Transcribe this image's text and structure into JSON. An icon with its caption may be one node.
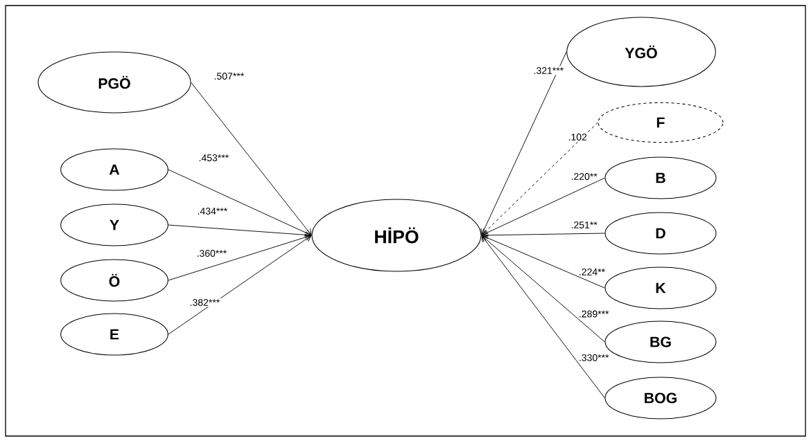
{
  "diagram": {
    "nodes": [
      {
        "text": [
          "PGÖ"
        ]
      },
      {
        "text": [
          "A"
        ]
      },
      {
        "text": [
          "Y"
        ]
      },
      {
        "text": [
          "Ö"
        ]
      },
      {
        "text": [
          "E"
        ]
      },
      {
        "text": [
          "HİPÖ"
        ]
      },
      {
        "text": [
          "YGÖ"
        ]
      },
      {
        "text": [
          "F"
        ]
      },
      {
        "text": [
          "B"
        ]
      },
      {
        "text": [
          "D"
        ]
      },
      {
        "text": [
          "K"
        ]
      },
      {
        "text": [
          "BG"
        ]
      },
      {
        "text": [
          "BOG"
        ]
      }
    ],
    "edges": [
      {
        "from": 0,
        "to": 5,
        "arrow": "to",
        "label": ".507***"
      },
      {
        "from": 1,
        "to": 5,
        "arrow": "to",
        "label": ".453***"
      },
      {
        "from": 2,
        "to": 5,
        "arrow": "to",
        "label": ".434***"
      },
      {
        "from": 3,
        "to": 5,
        "arrow": "to",
        "label": ".360***"
      },
      {
        "from": 4,
        "to": 5,
        "arrow": "to",
        "label": ".382***"
      },
      {
        "from": 6,
        "to": 5,
        "arrow": "to",
        "label": ".321***"
      },
      {
        "from": 7,
        "to": 5,
        "arrow": "to",
        "label": ".102",
        "style": "dashed"
      },
      {
        "from": 8,
        "to": 5,
        "arrow": "to",
        "label": ".220**"
      },
      {
        "from": 9,
        "to": 5,
        "arrow": "to",
        "label": ".251**"
      },
      {
        "from": 10,
        "to": 5,
        "arrow": "to",
        "label": ".224**"
      },
      {
        "from": 11,
        "to": 5,
        "arrow": "to",
        "label": ".289***"
      },
      {
        "from": 12,
        "to": 5,
        "arrow": "to",
        "label": ".330***"
      }
    ]
  }
}
